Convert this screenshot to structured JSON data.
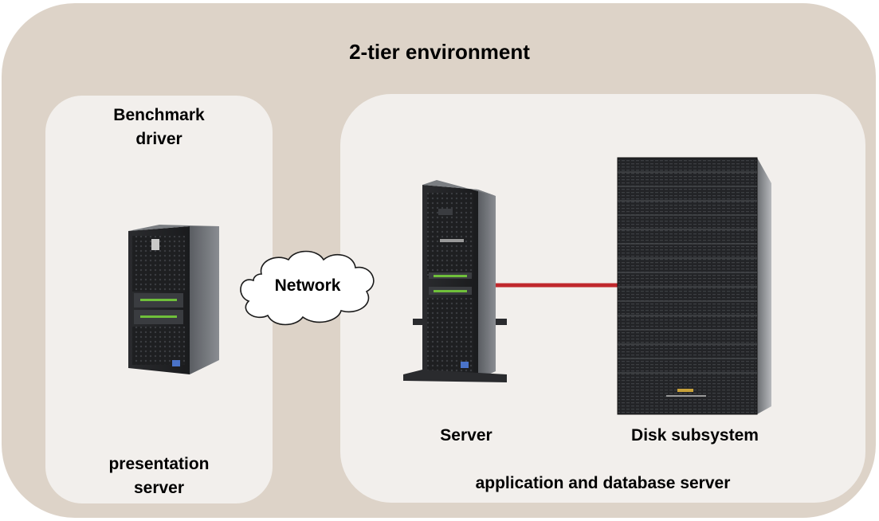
{
  "diagram": {
    "title": "2-tier environment",
    "left_panel": {
      "top_label": "Benchmark driver",
      "bottom_label": "presentation server"
    },
    "right_panel": {
      "server_label": "Server",
      "disk_label": "Disk subsystem",
      "bottom_label": "application and database server"
    },
    "network_label": "Network",
    "colors": {
      "outer_background": "#ddd3c8",
      "panel_background": "#f2efec",
      "connection_line": "#c0282d"
    },
    "icons": [
      "tower-server-icon",
      "cloud-icon",
      "disk-rack-icon"
    ]
  }
}
